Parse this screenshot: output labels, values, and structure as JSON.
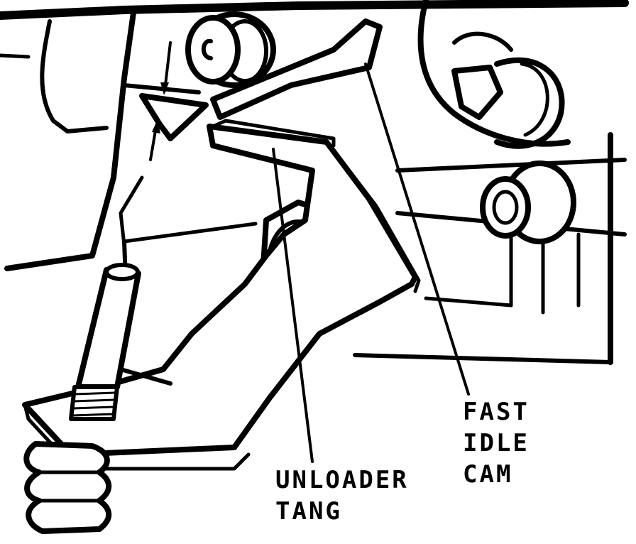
{
  "labels": {
    "fast_idle_cam": {
      "line1": "FAST",
      "line2": "IDLE",
      "line3": "CAM"
    },
    "unloader_tang": {
      "line1": "UNLOADER",
      "line2": "TANG"
    }
  },
  "colors": {
    "ink": "#000000",
    "paper": "#ffffff"
  }
}
